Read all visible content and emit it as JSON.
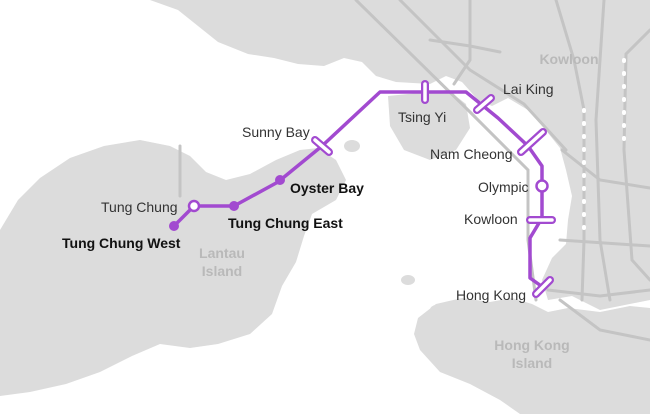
{
  "line": {
    "color": "#a24ad0"
  },
  "stations": [
    {
      "id": "tung-chung-west",
      "label": "Tung Chung West",
      "marker": "filled-dot",
      "emphasis": "bold"
    },
    {
      "id": "tung-chung",
      "label": "Tung Chung",
      "marker": "open-circle",
      "emphasis": "normal"
    },
    {
      "id": "tung-chung-east",
      "label": "Tung Chung East",
      "marker": "filled-dot",
      "emphasis": "bold"
    },
    {
      "id": "oyster-bay",
      "label": "Oyster Bay",
      "marker": "filled-dot",
      "emphasis": "bold"
    },
    {
      "id": "sunny-bay",
      "label": "Sunny Bay",
      "marker": "interchange-bar",
      "emphasis": "normal"
    },
    {
      "id": "tsing-yi",
      "label": "Tsing Yi",
      "marker": "interchange-bar",
      "emphasis": "normal"
    },
    {
      "id": "lai-king",
      "label": "Lai King",
      "marker": "interchange-bar",
      "emphasis": "normal"
    },
    {
      "id": "nam-cheong",
      "label": "Nam Cheong",
      "marker": "interchange-bar",
      "emphasis": "normal"
    },
    {
      "id": "olympic",
      "label": "Olympic",
      "marker": "open-circle",
      "emphasis": "normal"
    },
    {
      "id": "kowloon",
      "label": "Kowloon",
      "marker": "interchange-bar",
      "emphasis": "normal"
    },
    {
      "id": "hong-kong",
      "label": "Hong Kong",
      "marker": "interchange-bar",
      "emphasis": "normal"
    }
  ],
  "areas": {
    "kowloon": [
      "Kowloon"
    ],
    "lantau": [
      "Lantau",
      "Island"
    ],
    "hong_kong_island": [
      "Hong Kong",
      "Island"
    ]
  }
}
